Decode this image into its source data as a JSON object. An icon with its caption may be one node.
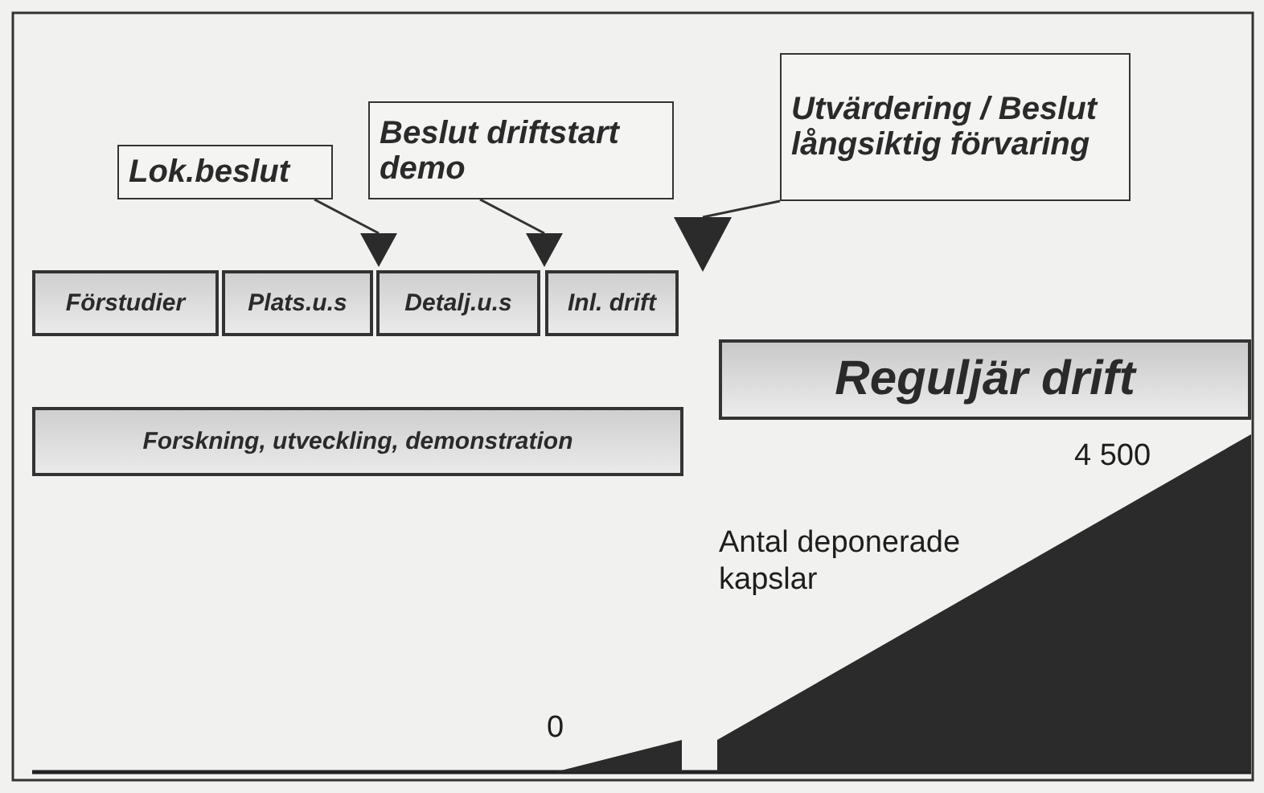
{
  "diagram": {
    "nodes": [
      {
        "text": [
          "Lok.beslut"
        ]
      },
      {
        "text": [
          "Beslut driftstart demo"
        ]
      },
      {
        "text": [
          "Utvärdering / Beslut långsiktig förvaring"
        ]
      },
      {
        "text": [
          "Förstudier"
        ]
      },
      {
        "text": [
          "Plats.u.s"
        ]
      },
      {
        "text": [
          "Detalj.u.s"
        ]
      },
      {
        "text": [
          "Inl. drift"
        ]
      },
      {
        "text": [
          "Reguljär drift"
        ]
      },
      {
        "text": [
          "Forskning, utveckling, demonstration"
        ]
      },
      {
        "text": [],
        "shape": "triangle"
      },
      {
        "text": [],
        "shape": "triangle"
      },
      {
        "text": [],
        "shape": "triangle"
      }
    ],
    "edges": [
      {
        "from": 0,
        "to": 9,
        "arrow": "none"
      },
      {
        "from": 1,
        "to": 10,
        "arrow": "none"
      },
      {
        "from": 2,
        "to": 11,
        "arrow": "none"
      }
    ],
    "labels": [
      "4 500",
      "Antal deponerade kapslar",
      "0"
    ]
  }
}
